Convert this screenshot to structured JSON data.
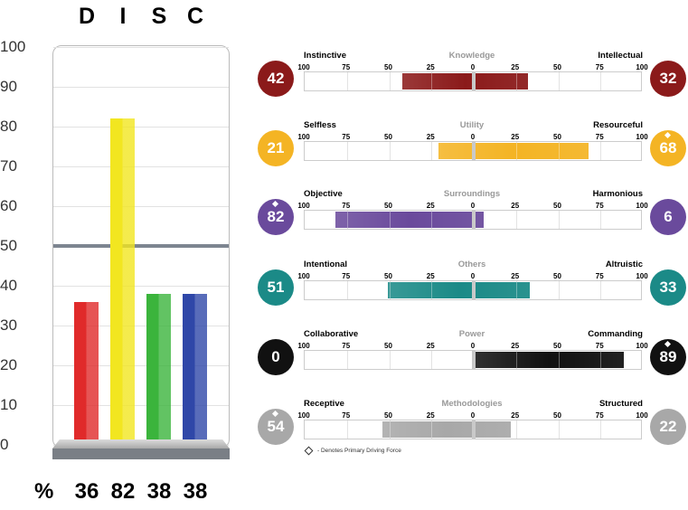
{
  "chart_data": [
    {
      "type": "bar",
      "categories": [
        "D",
        "I",
        "S",
        "C"
      ],
      "values": [
        36,
        82,
        38,
        38
      ],
      "colors": [
        "#e02a2a",
        "#f2e620",
        "#3bb43c",
        "#2f47a8"
      ],
      "ylim": [
        0,
        100
      ],
      "yticks": [
        "0",
        "10",
        "20",
        "30",
        "40",
        "50",
        "60",
        "70",
        "80",
        "90",
        "100"
      ],
      "reference_line": 50,
      "percent_sign": "%",
      "value_labels": [
        "36",
        "82",
        "38",
        "38"
      ]
    },
    {
      "type": "bar",
      "orientation": "diverging-horizontal",
      "scale_ticks": [
        "100",
        "75",
        "50",
        "25",
        "0",
        "25",
        "50",
        "75",
        "100"
      ],
      "rows": [
        {
          "title": "Knowledge",
          "left_label": "Instinctive",
          "right_label": "Intellectual",
          "left_value": 42,
          "right_value": 32,
          "left_text": "42",
          "right_text": "32",
          "color": "#8b1a1a",
          "left_primary": false,
          "right_primary": false
        },
        {
          "title": "Utility",
          "left_label": "Selfless",
          "right_label": "Resourceful",
          "left_value": 21,
          "right_value": 68,
          "left_text": "21",
          "right_text": "68",
          "color": "#f4b424",
          "left_primary": false,
          "right_primary": true
        },
        {
          "title": "Surroundings",
          "left_label": "Objective",
          "right_label": "Harmonious",
          "left_value": 82,
          "right_value": 6,
          "left_text": "82",
          "right_text": "6",
          "color": "#6a4a9c",
          "left_primary": true,
          "right_primary": false
        },
        {
          "title": "Others",
          "left_label": "Intentional",
          "right_label": "Altruistic",
          "left_value": 51,
          "right_value": 33,
          "left_text": "51",
          "right_text": "33",
          "color": "#1b8a87",
          "left_primary": false,
          "right_primary": false
        },
        {
          "title": "Power",
          "left_label": "Collaborative",
          "right_label": "Commanding",
          "left_value": 0,
          "right_value": 89,
          "left_text": "0",
          "right_text": "89",
          "color": "#111111",
          "left_primary": false,
          "right_primary": true
        },
        {
          "title": "Methodologies",
          "left_label": "Receptive",
          "right_label": "Structured",
          "left_value": 54,
          "right_value": 22,
          "left_text": "54",
          "right_text": "22",
          "color": "#a8a8a8",
          "left_primary": true,
          "right_primary": false
        }
      ],
      "legend_text": "- Denotes Primary Driving Force"
    }
  ]
}
